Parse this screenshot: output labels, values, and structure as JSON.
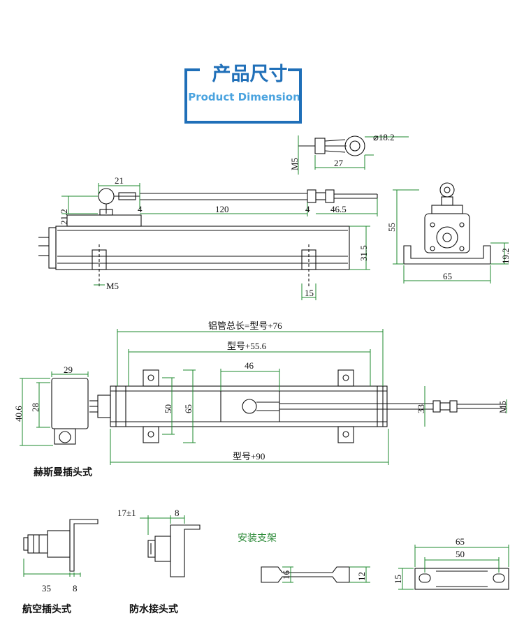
{
  "header": {
    "title_cn": "产品尺寸",
    "title_en": "Product Dimension"
  },
  "top_rod_end": {
    "dia": "⌀18.2",
    "thread": "M5",
    "length": "27"
  },
  "side_view": {
    "d21": "21",
    "d21_2": "21.2",
    "d4a": "4",
    "d120": "120",
    "d4b": "4",
    "d46_5": "46.5",
    "d31_5": "31.5",
    "m5": "M5",
    "d15": "15"
  },
  "end_view": {
    "d55": "55",
    "d19_2": "19.2",
    "d65": "65"
  },
  "plan_view": {
    "total": "铝管总长=型号+76",
    "model_plus": "型号+55.6",
    "d46": "46",
    "d50": "50",
    "d65": "65",
    "d33": "33",
    "m5": "M5",
    "model90": "型号+90"
  },
  "hirschmann": {
    "d29": "29",
    "d28": "28",
    "d40_6": "40.6",
    "caption": "赫斯曼插头式"
  },
  "aviation": {
    "d35": "35",
    "d8": "8",
    "caption": "航空插头式"
  },
  "waterproof": {
    "d17": "17±1",
    "d8": "8",
    "caption": "防水接头式"
  },
  "bracket": {
    "title": "安装支架",
    "d16": "16",
    "d12": "12"
  },
  "bracket_top": {
    "d65": "65",
    "d50": "50",
    "d15": "15"
  }
}
